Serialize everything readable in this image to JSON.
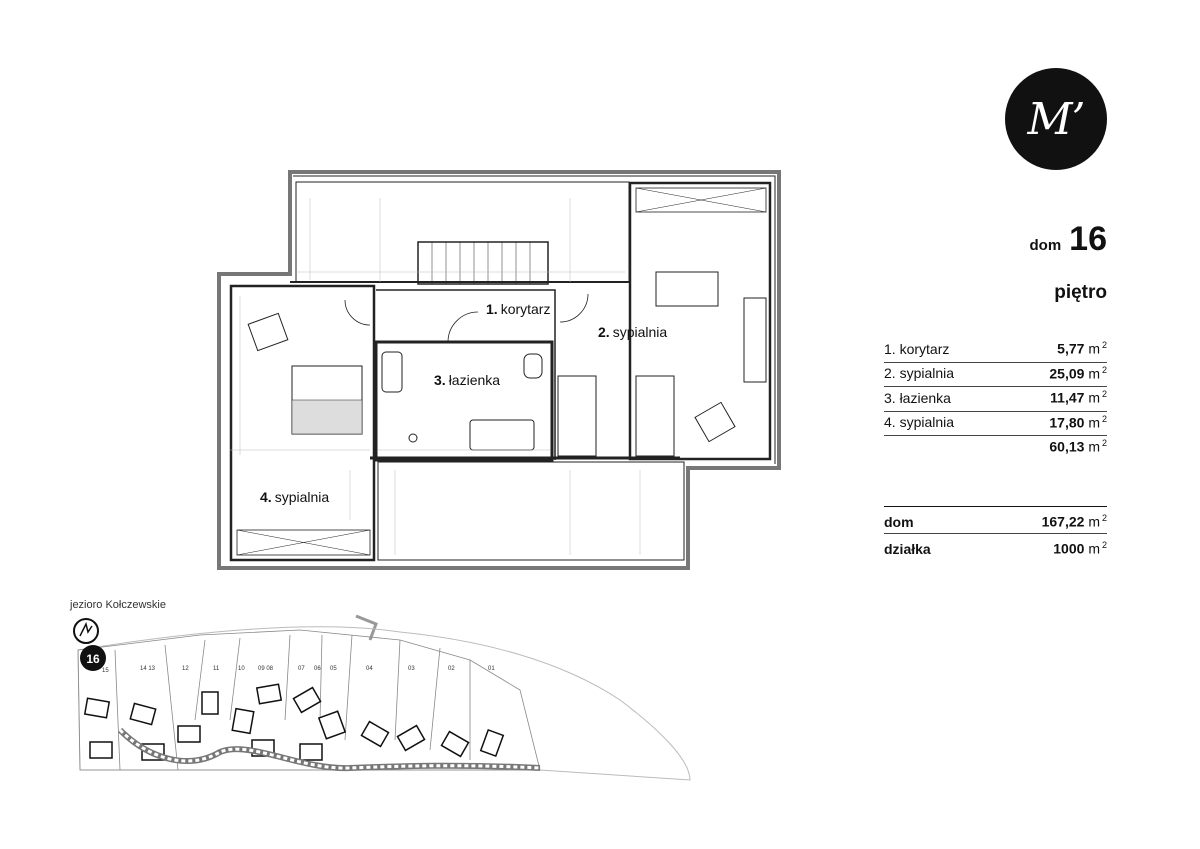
{
  "logo": {
    "text": "M’"
  },
  "house": {
    "label": "dom",
    "number": "16"
  },
  "floor": {
    "title": "piętro"
  },
  "rooms": [
    {
      "name": "1.  korytarz",
      "area": "5,77"
    },
    {
      "name": "2.  sypialnia",
      "area": "25,09"
    },
    {
      "name": "3.  łazienka",
      "area": "11,47"
    },
    {
      "name": "4.  sypialnia",
      "area": "17,80"
    }
  ],
  "rooms_total": "60,13",
  "unit": "m",
  "unit_sup": "2",
  "summary": [
    {
      "label": "dom",
      "value": "167,22"
    },
    {
      "label": "działka",
      "value": "1000"
    }
  ],
  "plan": {
    "room1": {
      "num": "1.",
      "name": "korytarz"
    },
    "room2": {
      "num": "2.",
      "name": "sypialnia"
    },
    "room3": {
      "num": "3.",
      "name": "łazienka"
    },
    "room4": {
      "num": "4.",
      "name": "sypialnia"
    }
  },
  "site": {
    "lake_label": "jezioro Kołczewskie",
    "marker": "16",
    "lot_labels": [
      "15",
      "14 13",
      "12",
      "11",
      "10",
      "09 08",
      "07",
      "06",
      "05",
      "04",
      "03",
      "02",
      "01"
    ]
  }
}
